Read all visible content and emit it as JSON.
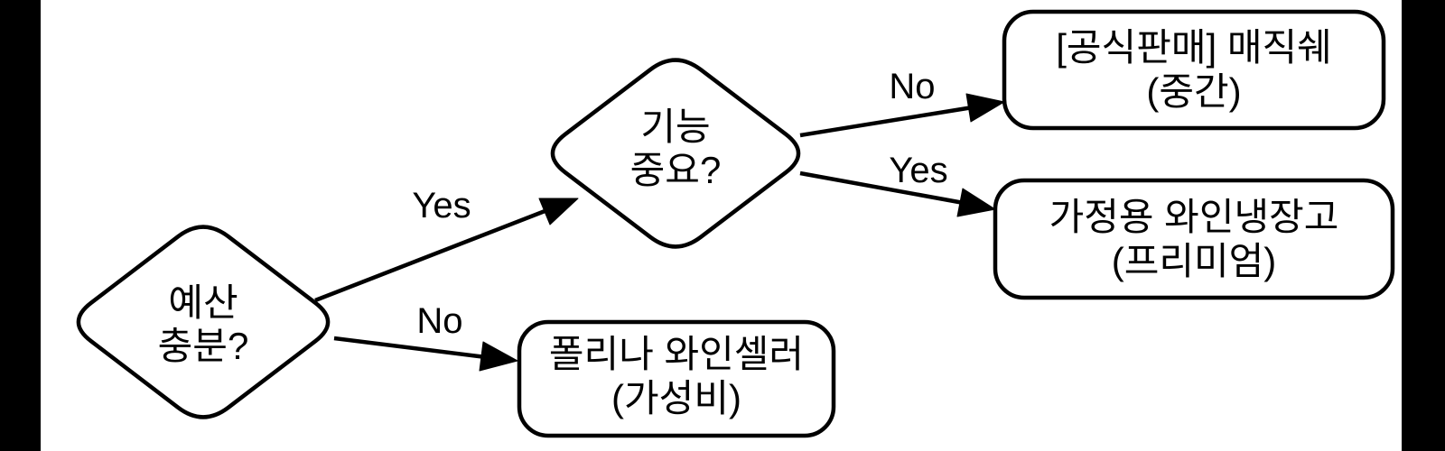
{
  "diagram": {
    "type": "flowchart-decision-tree",
    "background_color": "#ffffff",
    "line_color": "#000000",
    "text_color": "#000000",
    "edge_strip_color": "#000000"
  },
  "nodes": [
    {
      "id": "budget",
      "shape": "diamond",
      "lines": [
        "예산",
        "충분?"
      ]
    },
    {
      "id": "features",
      "shape": "diamond",
      "lines": [
        "기능",
        "중요?"
      ]
    },
    {
      "id": "magicche",
      "shape": "rounded-box",
      "lines": [
        "[공식판매] 매직쉐",
        "(중간)"
      ]
    },
    {
      "id": "premium",
      "shape": "rounded-box",
      "lines": [
        "가정용 와인냉장고",
        "(프리미엄)"
      ]
    },
    {
      "id": "paulina",
      "shape": "rounded-box",
      "lines": [
        "폴리나 와인셀러",
        "(가성비)"
      ]
    }
  ],
  "edges": [
    {
      "from": "budget",
      "to": "features",
      "label": "Yes"
    },
    {
      "from": "budget",
      "to": "paulina",
      "label": "No"
    },
    {
      "from": "features",
      "to": "magicche",
      "label": "No"
    },
    {
      "from": "features",
      "to": "premium",
      "label": "Yes"
    }
  ]
}
